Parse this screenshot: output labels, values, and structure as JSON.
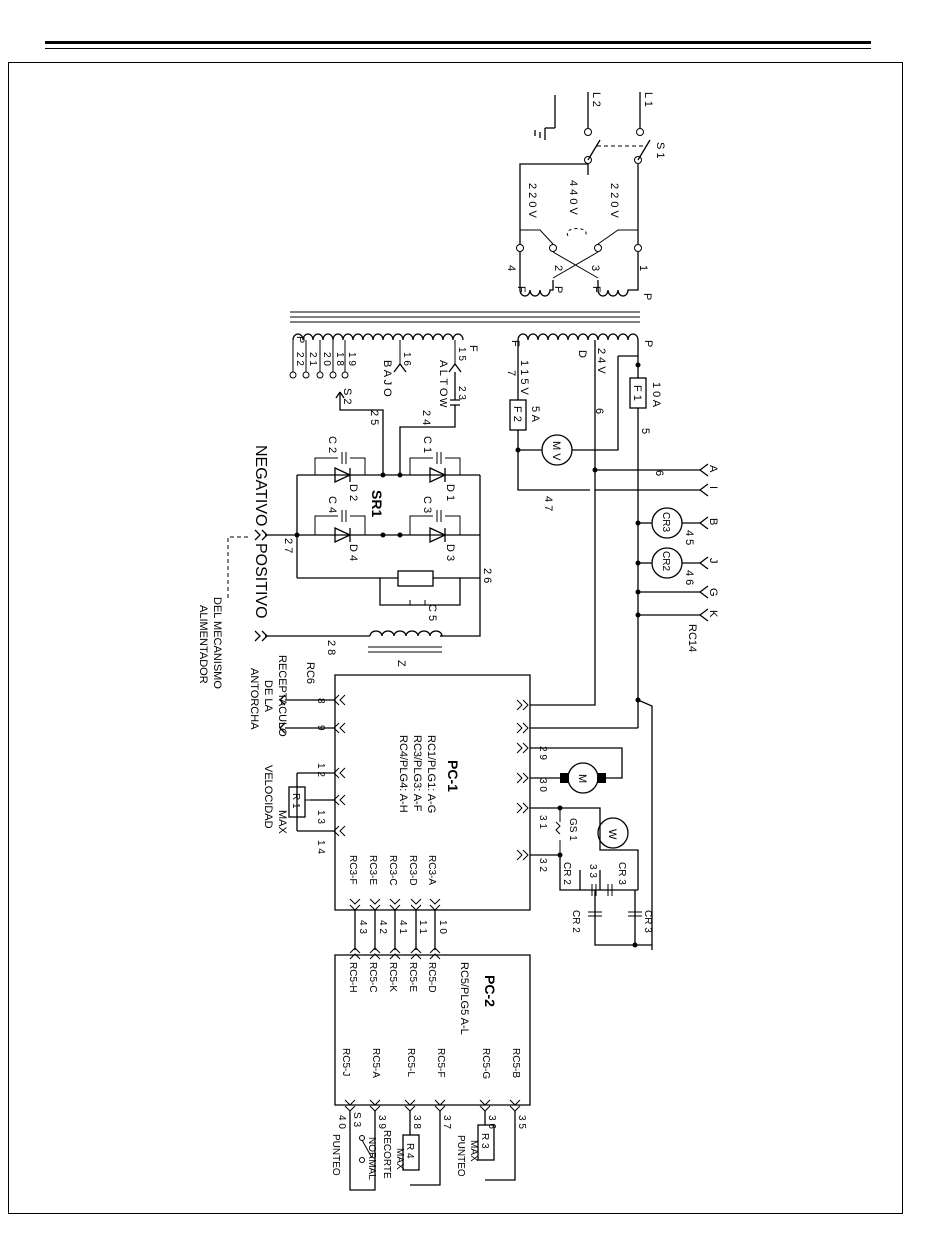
{
  "lines": {
    "L1": "L 1",
    "L2": "L 2",
    "S1": "S 1",
    "v220a": "2 2 0  V",
    "v440": "4 4 0  V",
    "v220b": "2 2 0  V",
    "n1": "1",
    "n2": "2",
    "n3": "3",
    "n4": "4",
    "P": "P",
    "F": "F",
    "F2": "F",
    "P2": "P",
    "secP": "P",
    "secF": "F",
    "secD": "D",
    "v115": "1 1 5  V",
    "v24": "2 4  V",
    "n7": "7",
    "n6": "6",
    "n5": "5",
    "n6b": "6",
    "n47": "4 7",
    "fuse1": "F 1",
    "fuse1val": "1 0  A",
    "fuse2": "F 2",
    "fuse2val": "5  A",
    "MV": "M V",
    "tapP": "P",
    "tap22": "2 2",
    "tap21": "2 1",
    "tap20": "2 0",
    "tap18": "1 8",
    "tap19": "1 9",
    "tap16": "1 6",
    "tap15": "1 5",
    "bajo": "B A J O",
    "alto": "A L T O",
    "tapF": "F",
    "S2": "S 2",
    "n23": "2 3",
    "W": "W",
    "n25": "2 5",
    "n24": "2 4",
    "C1": "C 1",
    "C2": "C 2",
    "C3": "C 3",
    "C4": "C 4",
    "C5": "C 5",
    "D1": "D 1",
    "D2": "D 2",
    "D3": "D 3",
    "D4": "D 4",
    "SR1": "SR1",
    "negativo": "NEGATIVO",
    "positivo": "POSITIVO",
    "n27": "2 7",
    "n26": "2 6",
    "n28": "2 8",
    "Z": "Z",
    "del_mecanismo": "DEL  MECANISMO",
    "alimentador": "ALIMENTADOR",
    "A": "A",
    "I": "I",
    "B": "B",
    "J": "J",
    "G": "G",
    "K": "K",
    "RC14": "RC14",
    "CR3": "CR3",
    "CR2": "CR2",
    "n45": "4 5",
    "n46": "4 6",
    "PC1": "PC-1",
    "pc1_l1": "RC1/PLG1: A-G",
    "pc1_l2": "RC3/PLG3: A-F",
    "pc1_l3": "RC4/PLG4: A-H",
    "RC6": "RC6",
    "receptaculo": "RECEPTACULO",
    "de_la": "DE LA",
    "antorcha": "ANTORCHA",
    "n8": "8",
    "n9": "9",
    "n12": "1 2",
    "n13": "1 3",
    "n14": "1 4",
    "R1": "R 1",
    "max1": "MAX",
    "velocidad": "VELOCIDAD",
    "n29": "2 9",
    "n30": "3 0",
    "n31": "3 1",
    "n32": "3 2",
    "n33": "3 3",
    "M": "M",
    "Wm": "W",
    "GS1": "GS 1",
    "CR2b": "CR 2",
    "CR3b": "CR 3",
    "CR2c": "CR 2",
    "CR3c": "CR 3",
    "rc3a": "RC3-A",
    "rc3b": "RC3-D",
    "rc3c": "RC3-C",
    "rc3d": "RC3-E",
    "rc3e": "RC3-F",
    "n10": "1 0",
    "n11": "1 1",
    "n41": "4 1",
    "n42": "4 2",
    "n43": "4 3",
    "rc5d": "RC5-D",
    "rc5e": "RC5-E",
    "rc5k": "RC5-K",
    "rc5c": "RC5-C",
    "rc5h": "RC5-H",
    "PC2": "PC-2",
    "pc2_l1": "RC5/PLG5 A-L",
    "rc5b": "RC5-B",
    "rc5g": "RC5-G",
    "rc5f": "RC5-F",
    "rc5l": "RC5-L",
    "rc5a": "RC5-A",
    "rc5j": "RC5-J",
    "n35": "3 5",
    "n36": "3 6",
    "n37": "3 7",
    "n38": "3 8",
    "n39": "3 9",
    "n40": "4 0",
    "R3": "R 3",
    "R4": "R 4",
    "S3": "S 3",
    "max2": "MAX",
    "punteo1": "PUNTEO",
    "max3": "MAX",
    "recorte": "RECORTE",
    "normal": "NORMAL",
    "punteo2": "PUNTEO"
  }
}
